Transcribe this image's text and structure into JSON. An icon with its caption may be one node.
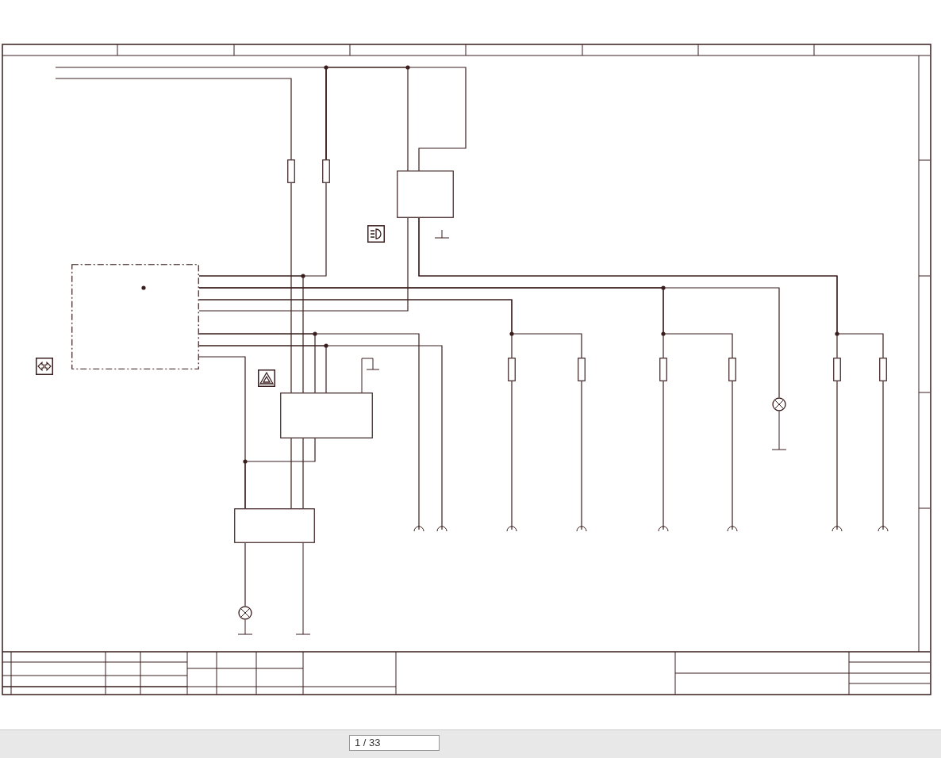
{
  "diagram": {
    "nodes": [
      {
        "text": [],
        "shape": "box"
      },
      {
        "text": [],
        "shape": "box"
      },
      {
        "text": [],
        "shape": "box"
      },
      {
        "text": [],
        "shape": "box"
      },
      {
        "text": [],
        "shape": "box"
      },
      {
        "text": [],
        "shape": "box"
      },
      {
        "text": [],
        "shape": "circle"
      },
      {
        "text": [],
        "shape": "circle"
      },
      {
        "text": [],
        "shape": "box"
      },
      {
        "text": [],
        "shape": "box"
      },
      {
        "text": [],
        "shape": "box"
      },
      {
        "text": [],
        "shape": "box"
      },
      {
        "text": [],
        "shape": "box"
      },
      {
        "text": [],
        "shape": "box"
      },
      {
        "text": [],
        "shape": "picture"
      },
      {
        "text": [],
        "shape": "picture"
      },
      {
        "text": [],
        "shape": "picture"
      }
    ],
    "edges": [
      {
        "from": null,
        "to": 2,
        "arrow": "none"
      },
      {
        "from": null,
        "to": 1,
        "arrow": "none"
      },
      {
        "from": 2,
        "to": 3,
        "arrow": "none"
      },
      {
        "from": 2,
        "to": 3,
        "arrow": "none"
      },
      {
        "from": 2,
        "to": 0,
        "arrow": "none"
      },
      {
        "from": 1,
        "to": 4,
        "arrow": "none"
      },
      {
        "from": 3,
        "to": 0,
        "arrow": "none"
      },
      {
        "from": 3,
        "to": 12,
        "arrow": "none"
      },
      {
        "from": 3,
        "to": 13,
        "arrow": "none"
      },
      {
        "from": 0,
        "to": 10,
        "arrow": "none"
      },
      {
        "from": 0,
        "to": 11,
        "arrow": "none"
      },
      {
        "from": 0,
        "to": 7,
        "arrow": "none"
      },
      {
        "from": 0,
        "to": 8,
        "arrow": "none"
      },
      {
        "from": 0,
        "to": 9,
        "arrow": "none"
      },
      {
        "from": 0,
        "to": 4,
        "arrow": "none"
      },
      {
        "from": 0,
        "to": 4,
        "arrow": "none"
      },
      {
        "from": 0,
        "to": 4,
        "arrow": "none"
      },
      {
        "from": 0,
        "to": null,
        "arrow": "none"
      },
      {
        "from": 0,
        "to": null,
        "arrow": "none"
      },
      {
        "from": 0,
        "to": 5,
        "arrow": "none"
      },
      {
        "from": 4,
        "to": 5,
        "arrow": "none"
      },
      {
        "from": 4,
        "to": 5,
        "arrow": "none"
      },
      {
        "from": 4,
        "to": 5,
        "arrow": "none"
      },
      {
        "from": 5,
        "to": 6,
        "arrow": "none"
      },
      {
        "from": 8,
        "to": null,
        "arrow": "none"
      },
      {
        "from": 9,
        "to": null,
        "arrow": "none"
      },
      {
        "from": 10,
        "to": null,
        "arrow": "none"
      },
      {
        "from": 11,
        "to": null,
        "arrow": "none"
      },
      {
        "from": 12,
        "to": null,
        "arrow": "none"
      },
      {
        "from": 13,
        "to": null,
        "arrow": "none"
      }
    ],
    "labels": [
      "1 / 33"
    ]
  }
}
